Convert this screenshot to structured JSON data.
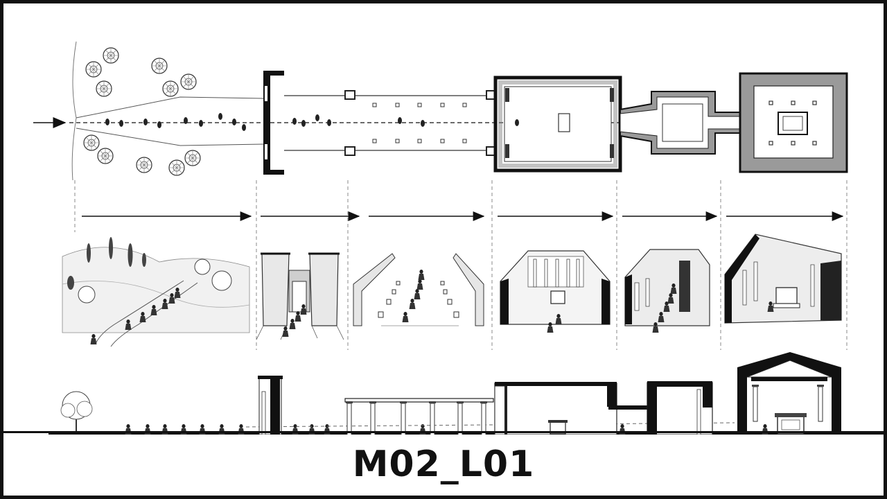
{
  "caption": "M02_L01",
  "colors": {
    "ink": "#111111",
    "wall_fill": "#9a9a9a",
    "light_wall": "#d8d8d8",
    "paper": "#ffffff"
  },
  "icons": [
    "tree-icon",
    "person-icon",
    "column-icon",
    "altar-icon",
    "arrow-right-icon"
  ],
  "diagram": {
    "rows": [
      "plan-view",
      "perspective-views",
      "section-view"
    ],
    "stages": [
      "approach",
      "pylon-gate",
      "colonnade",
      "hall",
      "vestibule",
      "sanctuary"
    ]
  }
}
